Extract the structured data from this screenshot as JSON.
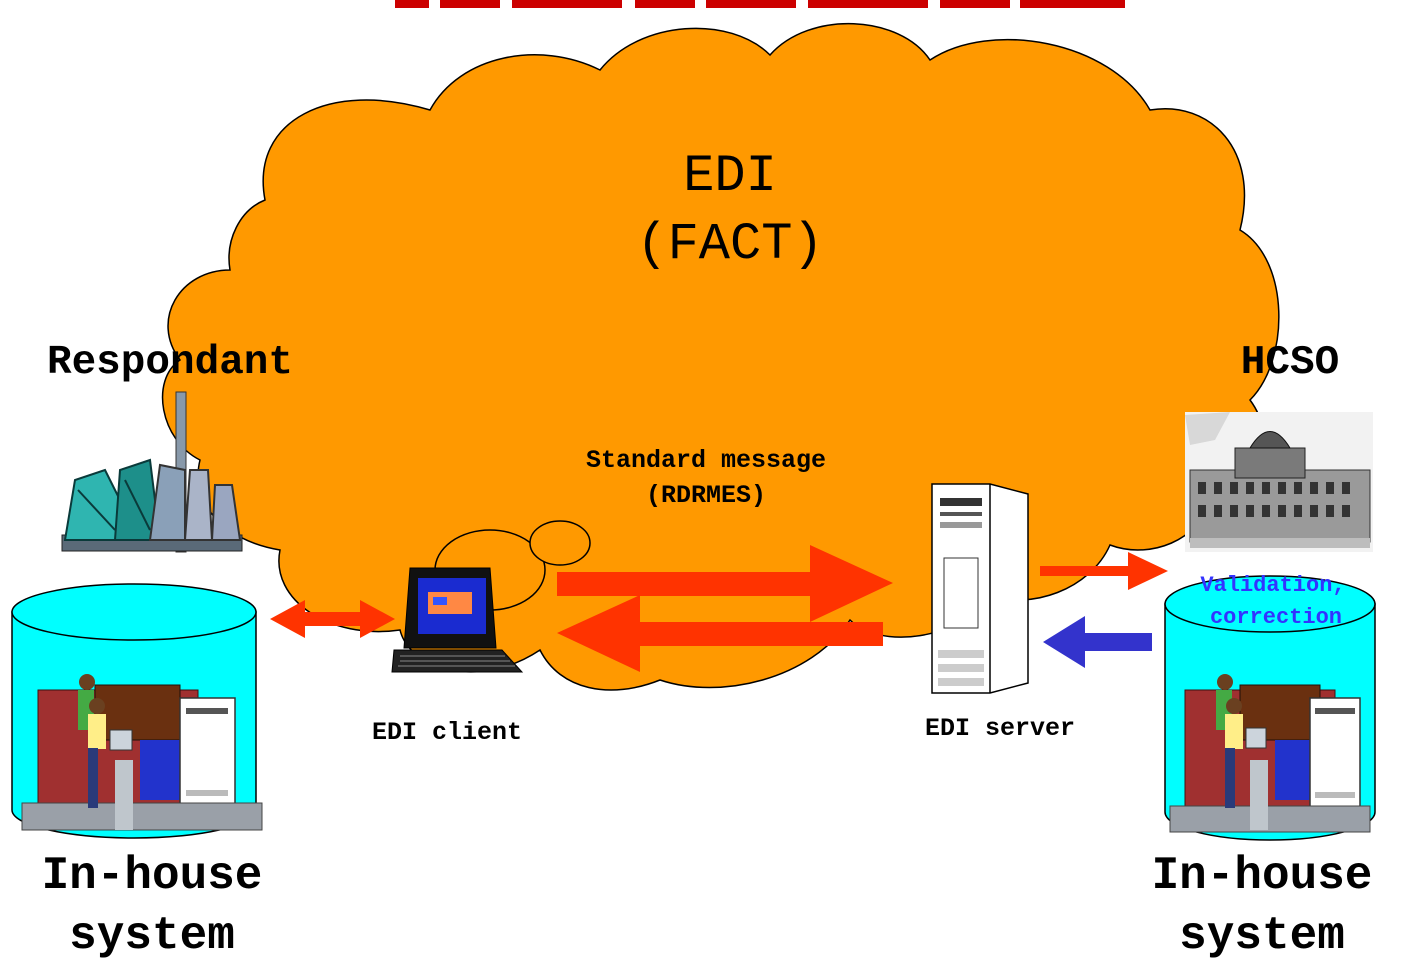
{
  "cloud": {
    "line1": "EDI",
    "line2": "(FACT)",
    "fill": "#ff9900"
  },
  "message": {
    "line1": "Standard message",
    "line2": "(RDRMES)"
  },
  "left": {
    "party": "Respondant",
    "client_label": "EDI client",
    "system_line1": "In-house",
    "system_line2": "system"
  },
  "right": {
    "party": "HCSO",
    "server_label": "EDI server",
    "validation_line1": "Validation,",
    "validation_line2": "correction",
    "system_line1": "In-house",
    "system_line2": "system"
  },
  "colors": {
    "arrow_red": "#ff3300",
    "arrow_blue": "#3333cc",
    "cylinder": "#00ffff",
    "validation_text": "#3333ff",
    "title_red": "#cc0000"
  },
  "icons": {
    "factory": "factory-icon",
    "building": "building-icon",
    "laptop": "laptop-icon",
    "server": "server-tower-icon",
    "office_scene": "office-workers-icon"
  }
}
